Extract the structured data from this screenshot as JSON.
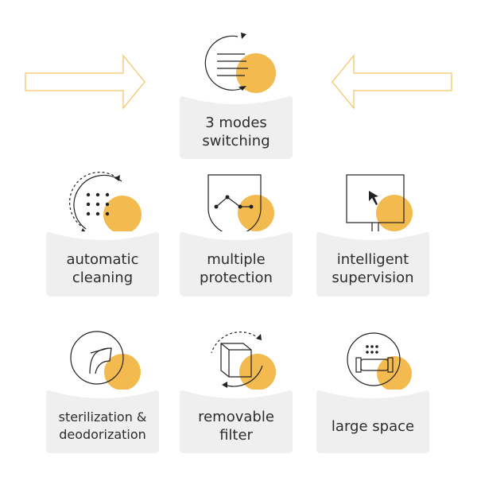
{
  "features": {
    "modes": {
      "line1": "3 modes",
      "line2": "switching"
    },
    "cleaning": {
      "line1": "automatic",
      "line2": "cleaning"
    },
    "protection": {
      "line1": "multiple",
      "line2": "protection"
    },
    "supervision": {
      "line1": "intelligent",
      "line2": "supervision"
    },
    "sterilization": {
      "line1": "sterilization &",
      "line2": "deodorization"
    },
    "filter": {
      "line1": "removable",
      "line2": "filter"
    },
    "space": {
      "line1": "large space"
    }
  },
  "icons": {
    "modes": "cycle-lines-icon",
    "cleaning": "dots-cycle-icon",
    "protection": "shield-icon",
    "supervision": "monitor-icon",
    "sterilization": "leaf-circle-icon",
    "filter": "cube-icon",
    "space": "capsule-icon"
  },
  "colors": {
    "accent": "#f2b43c",
    "plate": "#efefef",
    "line": "#222222",
    "arrow": "#f5c56a",
    "text": "#2c2c2c"
  }
}
